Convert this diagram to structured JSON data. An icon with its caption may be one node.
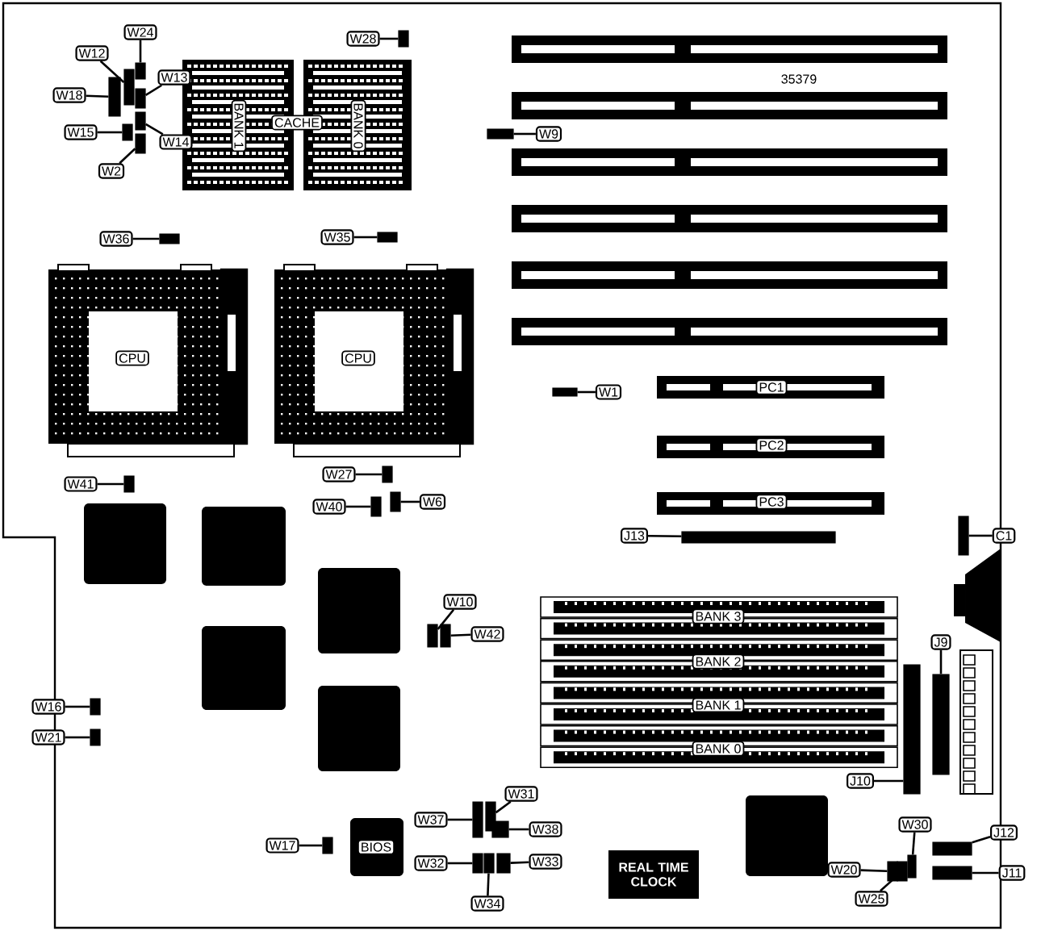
{
  "diagram": {
    "nodes": [
      {
        "text": [
          "W24"
        ]
      },
      {
        "text": [],
        "shape": "box"
      },
      {
        "text": [
          "W12"
        ]
      },
      {
        "text": [],
        "shape": "box"
      },
      {
        "text": [
          "W18"
        ]
      },
      {
        "text": [],
        "shape": "box"
      },
      {
        "text": [
          "W13"
        ]
      },
      {
        "text": [],
        "shape": "box"
      },
      {
        "text": [
          "W14"
        ]
      },
      {
        "text": [],
        "shape": "box"
      },
      {
        "text": [
          "W15"
        ]
      },
      {
        "text": [],
        "shape": "box"
      },
      {
        "text": [
          "W2"
        ]
      },
      {
        "text": [],
        "shape": "box"
      },
      {
        "text": [
          "W28"
        ]
      },
      {
        "text": [],
        "shape": "box"
      },
      {
        "text": [
          "W9"
        ]
      },
      {
        "text": [],
        "shape": "box"
      },
      {
        "text": [
          "W36"
        ]
      },
      {
        "text": [],
        "shape": "box"
      },
      {
        "text": [
          "W35"
        ]
      },
      {
        "text": [],
        "shape": "box"
      },
      {
        "text": [
          "W1"
        ]
      },
      {
        "text": [],
        "shape": "box"
      },
      {
        "text": [
          "W41"
        ]
      },
      {
        "text": [],
        "shape": "box"
      },
      {
        "text": [
          "W27"
        ]
      },
      {
        "text": [],
        "shape": "box"
      },
      {
        "text": [
          "W40"
        ]
      },
      {
        "text": [],
        "shape": "box"
      },
      {
        "text": [
          "W6"
        ]
      },
      {
        "text": [],
        "shape": "box"
      },
      {
        "text": [
          "W10"
        ]
      },
      {
        "text": [],
        "shape": "box"
      },
      {
        "text": [
          "W42"
        ]
      },
      {
        "text": [],
        "shape": "box"
      },
      {
        "text": [
          "W16"
        ]
      },
      {
        "text": [],
        "shape": "box"
      },
      {
        "text": [
          "W21"
        ]
      },
      {
        "text": [],
        "shape": "box"
      },
      {
        "text": [
          "W17"
        ]
      },
      {
        "text": [],
        "shape": "box"
      },
      {
        "text": [
          "W37"
        ]
      },
      {
        "text": [],
        "shape": "box"
      },
      {
        "text": [
          "W31"
        ]
      },
      {
        "text": [],
        "shape": "box"
      },
      {
        "text": [
          "W38"
        ]
      },
      {
        "text": [],
        "shape": "box"
      },
      {
        "text": [
          "W32"
        ]
      },
      {
        "text": [],
        "shape": "box"
      },
      {
        "text": [
          "W34"
        ]
      },
      {
        "text": [],
        "shape": "box"
      },
      {
        "text": [
          "W33"
        ]
      },
      {
        "text": [],
        "shape": "box"
      },
      {
        "text": [
          "J13"
        ]
      },
      {
        "text": [],
        "shape": "box"
      },
      {
        "text": [
          "C1"
        ]
      },
      {
        "text": [],
        "shape": "box"
      },
      {
        "text": [
          "J9"
        ]
      },
      {
        "text": [],
        "shape": "box"
      },
      {
        "text": [
          "J10"
        ]
      },
      {
        "text": [],
        "shape": "box"
      },
      {
        "text": [
          "W30"
        ]
      },
      {
        "text": [],
        "shape": "box"
      },
      {
        "text": [
          "W20"
        ]
      },
      {
        "text": [],
        "shape": "box"
      },
      {
        "text": [
          "W25"
        ]
      },
      {
        "text": [],
        "shape": "box"
      },
      {
        "text": [
          "J12"
        ]
      },
      {
        "text": [],
        "shape": "box"
      },
      {
        "text": [
          "J11"
        ]
      },
      {
        "text": [],
        "shape": "box"
      },
      {
        "text": [
          "BANK 1"
        ]
      },
      {
        "text": [
          "CACHE"
        ]
      },
      {
        "text": [
          "BANK 0"
        ]
      },
      {
        "text": [
          "CPU"
        ]
      },
      {
        "text": [
          "CPU"
        ]
      },
      {
        "text": [
          "PC1"
        ]
      },
      {
        "text": [
          "PC2"
        ]
      },
      {
        "text": [
          "PC3"
        ]
      },
      {
        "text": [
          "BANK 3"
        ]
      },
      {
        "text": [
          "BANK 2"
        ]
      },
      {
        "text": [
          "BANK 1"
        ]
      },
      {
        "text": [
          "BANK 0"
        ]
      },
      {
        "text": [
          "BIOS"
        ]
      },
      {
        "text": [
          "REAL TIME CLOCK"
        ]
      }
    ],
    "edges": [
      {
        "from": 0,
        "to": 1,
        "arrow": "none"
      },
      {
        "from": 2,
        "to": 3,
        "arrow": "none"
      },
      {
        "from": 4,
        "to": 5,
        "arrow": "none"
      },
      {
        "from": 6,
        "to": 7,
        "arrow": "none"
      },
      {
        "from": 8,
        "to": 9,
        "arrow": "none"
      },
      {
        "from": 10,
        "to": 11,
        "arrow": "none"
      },
      {
        "from": 12,
        "to": 13,
        "arrow": "none"
      },
      {
        "from": 14,
        "to": 15,
        "arrow": "none"
      },
      {
        "from": 16,
        "to": 17,
        "arrow": "none"
      },
      {
        "from": 18,
        "to": 19,
        "arrow": "none"
      },
      {
        "from": 20,
        "to": 21,
        "arrow": "none"
      },
      {
        "from": 22,
        "to": 23,
        "arrow": "none"
      },
      {
        "from": 24,
        "to": 25,
        "arrow": "none"
      },
      {
        "from": 26,
        "to": 27,
        "arrow": "none"
      },
      {
        "from": 28,
        "to": 29,
        "arrow": "none"
      },
      {
        "from": 30,
        "to": 31,
        "arrow": "none"
      },
      {
        "from": 32,
        "to": 33,
        "arrow": "none"
      },
      {
        "from": 34,
        "to": 35,
        "arrow": "none"
      },
      {
        "from": 36,
        "to": 37,
        "arrow": "none"
      },
      {
        "from": 38,
        "to": 39,
        "arrow": "none"
      },
      {
        "from": 40,
        "to": 41,
        "arrow": "none"
      },
      {
        "from": 42,
        "to": 43,
        "arrow": "none"
      },
      {
        "from": 44,
        "to": 45,
        "arrow": "none"
      },
      {
        "from": 46,
        "to": 47,
        "arrow": "none"
      },
      {
        "from": 48,
        "to": 49,
        "arrow": "none"
      },
      {
        "from": 50,
        "to": 51,
        "arrow": "none"
      },
      {
        "from": 52,
        "to": 53,
        "arrow": "none"
      },
      {
        "from": 54,
        "to": 55,
        "arrow": "none"
      },
      {
        "from": 56,
        "to": 57,
        "arrow": "none"
      },
      {
        "from": 58,
        "to": 59,
        "arrow": "none"
      },
      {
        "from": 60,
        "to": 61,
        "arrow": "none"
      },
      {
        "from": 62,
        "to": 63,
        "arrow": "none"
      },
      {
        "from": 64,
        "to": 65,
        "arrow": "none"
      },
      {
        "from": 66,
        "to": 67,
        "arrow": "none"
      },
      {
        "from": 68,
        "to": 69,
        "arrow": "none"
      },
      {
        "from": 70,
        "to": 71,
        "arrow": "none"
      }
    ],
    "labels": [
      "35379"
    ]
  }
}
